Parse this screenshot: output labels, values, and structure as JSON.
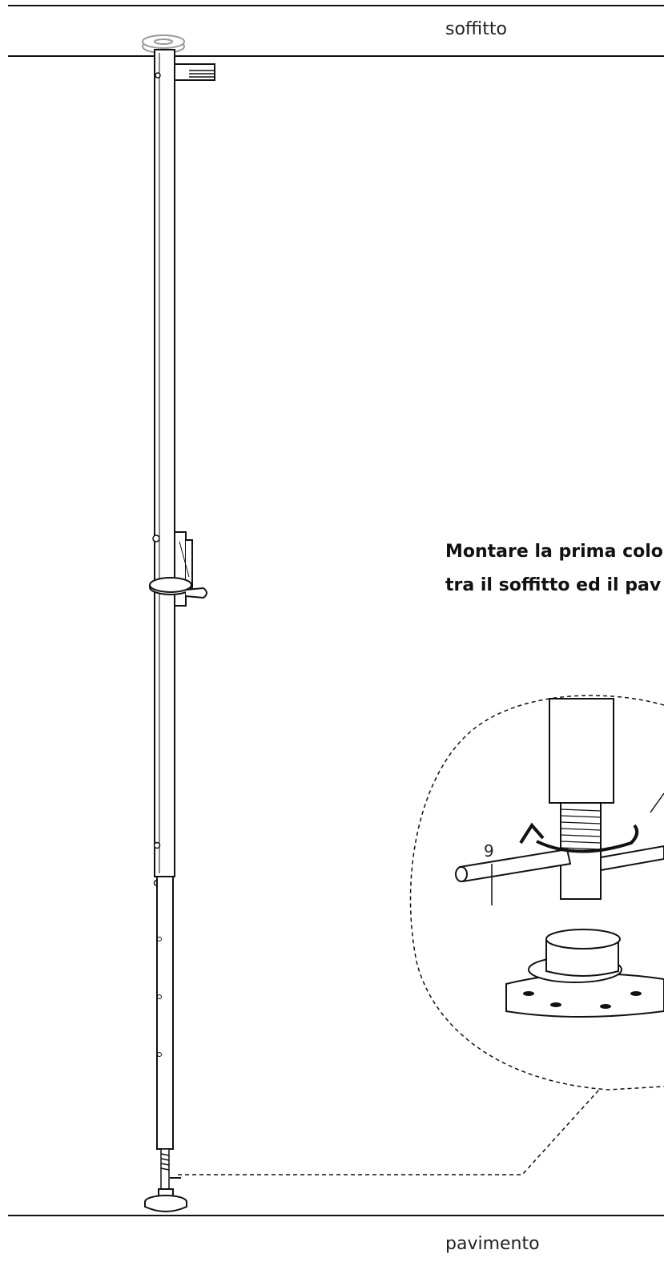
{
  "labels": {
    "ceiling": "soffitto",
    "floor": "pavimento"
  },
  "instruction": {
    "line1": "Montare la prima colo",
    "line2": "tra il soffitto ed il pav"
  },
  "callout": {
    "number": "9"
  }
}
